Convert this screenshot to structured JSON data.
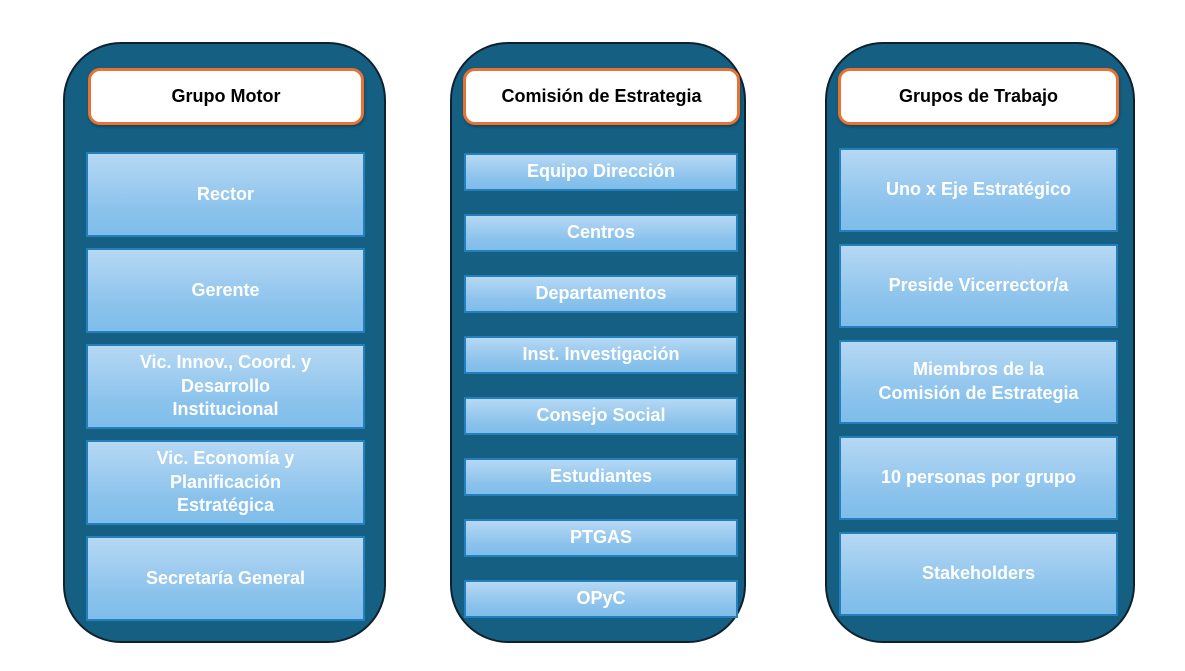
{
  "colors": {
    "page_background": "#ffffff",
    "panel_fill": "#156082",
    "panel_outline": "#10212e",
    "header_fill": "#ffffff",
    "header_border": "#e97132",
    "header_text": "#000000",
    "item_border": "#2380be",
    "item_gradient_top": "#b6d8f3",
    "item_gradient_bottom": "#7fbdea",
    "item_text": "#ffffff"
  },
  "columns": [
    {
      "header": "Grupo Motor",
      "items": [
        "Rector",
        "Gerente",
        "Vic. Innov., Coord. y\nDesarrollo\nInstitucional",
        "Vic. Economía y\nPlanificación\nEstratégica",
        "Secretaría General"
      ]
    },
    {
      "header": "Comisión de Estrategia",
      "items": [
        "Equipo Dirección",
        "Centros",
        "Departamentos",
        "Inst. Investigación",
        "Consejo Social",
        "Estudiantes",
        "PTGAS",
        "OPyC"
      ]
    },
    {
      "header": "Grupos de Trabajo",
      "items": [
        "Uno x Eje Estratégico",
        "Preside Vicerrector/a",
        "Miembros de la\nComisión de Estrategia",
        "10 personas por grupo",
        "Stakeholders"
      ]
    }
  ]
}
